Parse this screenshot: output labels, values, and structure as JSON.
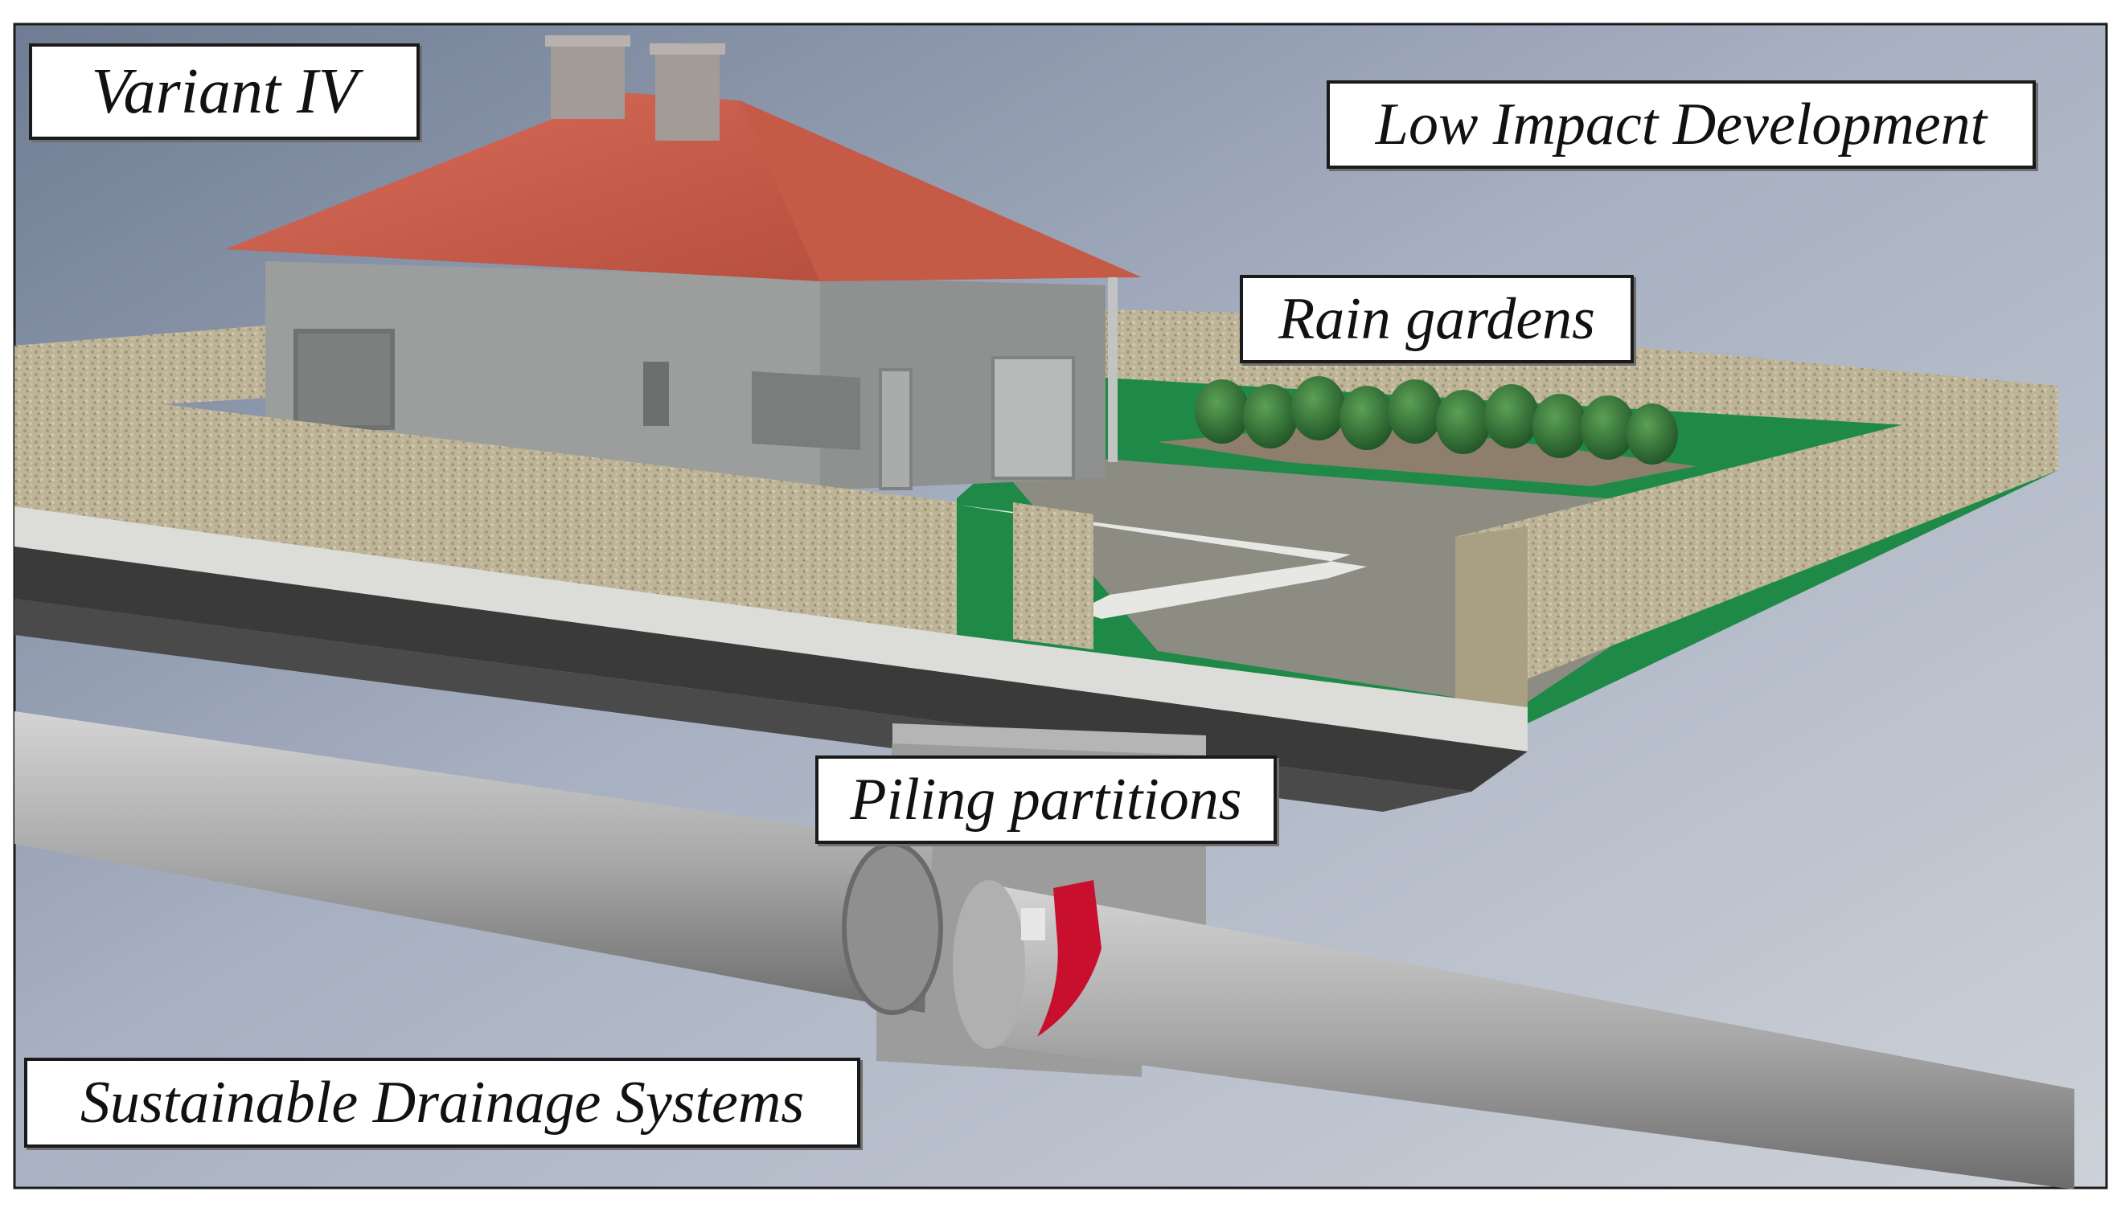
{
  "labels": {
    "variant": "Variant  IV",
    "low_impact": "Low Impact Development",
    "rain_gardens": "Rain gardens",
    "piling": "Piling partitions",
    "suds": "Sustainable Drainage Systems"
  },
  "colors": {
    "roof": "#c9614f",
    "wall": "#9b9e9d",
    "lawn": "#1f8a47",
    "fence": "#b8ad8f",
    "pipe": "#a9a9a9",
    "partition": "#c8102e",
    "background": "#8f9aae"
  }
}
